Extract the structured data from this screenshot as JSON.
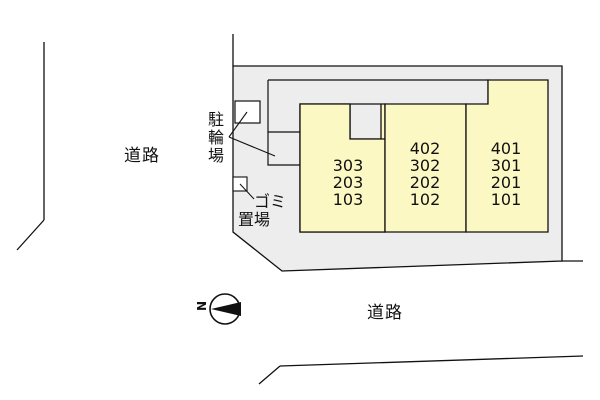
{
  "roads": {
    "west": "道路",
    "south": "道路"
  },
  "facilities": {
    "bicycle_parking": [
      "駐",
      "輪",
      "場"
    ],
    "garbage_line1": "ゴミ",
    "garbage_line2": "置場"
  },
  "compass": {
    "letter": "N"
  },
  "buildings": [
    {
      "units": [
        "303",
        "203",
        "103"
      ]
    },
    {
      "units": [
        "402",
        "302",
        "202",
        "102"
      ]
    },
    {
      "units": [
        "401",
        "301",
        "201",
        "101"
      ]
    }
  ],
  "colors": {
    "lot": "#ededed",
    "building": "#fbf8c4",
    "line": "#111111"
  }
}
